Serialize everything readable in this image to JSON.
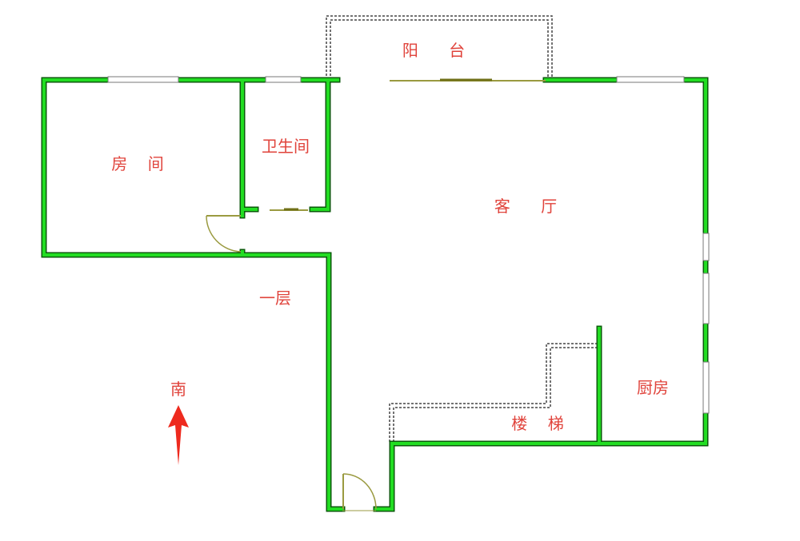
{
  "rooms": {
    "balcony": "阳      台",
    "bedroom": "房    间",
    "bathroom": "卫生间",
    "living_room": "客      厅",
    "floor": "一层",
    "kitchen": "厨房",
    "stairs": "楼    梯"
  },
  "compass": {
    "label": "南",
    "icon": "north-arrow-icon"
  },
  "colors": {
    "wall": "#22dd22",
    "wall_outline": "#0a5a0a",
    "label": "#e0433b",
    "arrow": "#ee2a1e",
    "door": "#9a9a40"
  }
}
